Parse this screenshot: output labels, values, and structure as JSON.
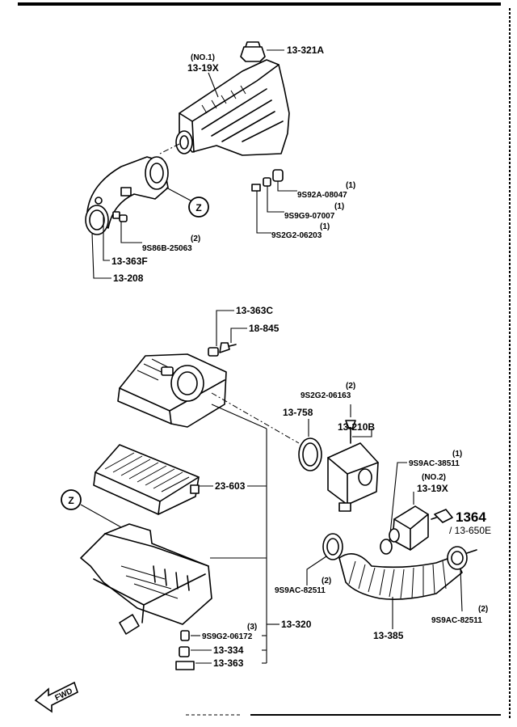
{
  "parts": {
    "p13_321a": "13-321A",
    "p13_19x_top_note": "(NO.1)",
    "p13_19x_top": "13-19X",
    "p9s92a_qty": "(1)",
    "p9s92a": "9S92A-08047",
    "p9s9g9_qty": "(1)",
    "p9s9g9": "9S9G9-07007",
    "p9s2g2_06203_qty": "(1)",
    "p9s2g2_06203": "9S2G2-06203",
    "p9s86b_qty": "(2)",
    "p9s86b": "9S86B-25063",
    "p13_363f": "13-363F",
    "p13_208": "13-208",
    "z_label": "Z",
    "p13_363c": "13-363C",
    "p18_845": "18-845",
    "p9s2g2_06163_qty": "(2)",
    "p9s2g2_06163": "9S2G2-06163",
    "p13_758": "13-758",
    "p13_210b": "13-210B",
    "p9s9ac_38511_qty": "(1)",
    "p9s9ac_38511": "9S9AC-38511",
    "p13_19x_mid_note": "(NO.2)",
    "p13_19x_mid": "13-19X",
    "p23_603": "23-603",
    "p1364": "1364",
    "p13_650e": "/ 13-650E",
    "p9s9ac_82511_left_qty": "(2)",
    "p9s9ac_82511_left": "9S9AC-82511",
    "p9s9ac_82511_right_qty": "(2)",
    "p9s9ac_82511_right": "9S9AC-82511",
    "p13_385": "13-385",
    "p13_320": "13-320",
    "p9s9g2_06172_qty": "(3)",
    "p9s9g2_06172": "9S9G2-06172",
    "p13_334": "13-334",
    "p13_363": "13-363",
    "fwd": "FWD"
  }
}
